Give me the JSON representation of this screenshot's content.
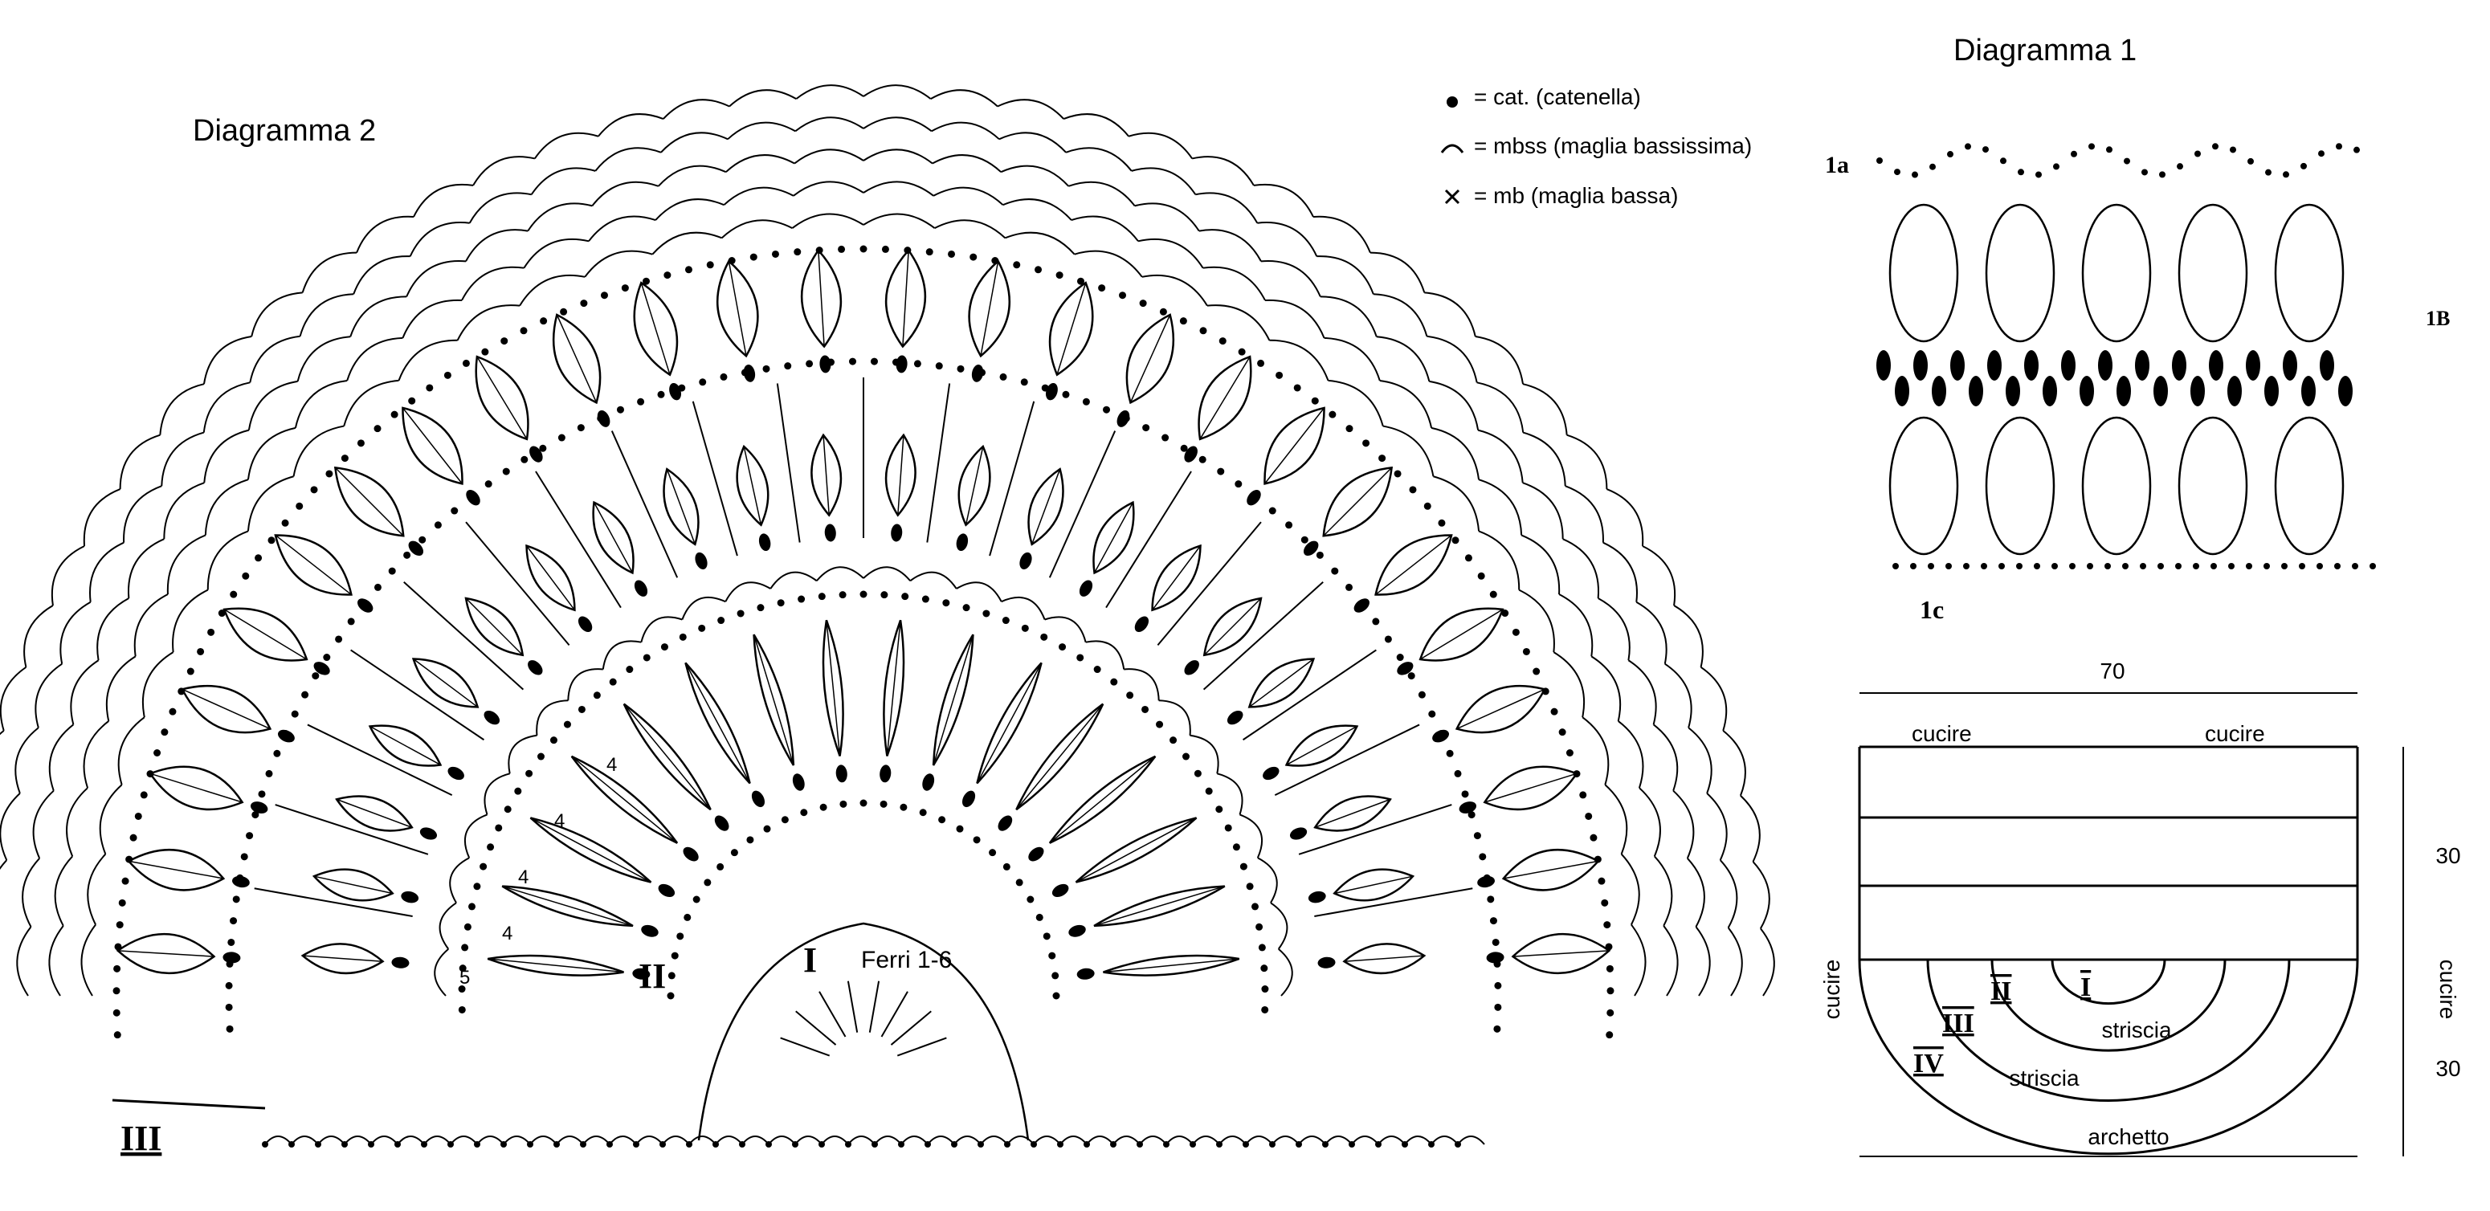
{
  "diagram2": {
    "title": "Diagramma 2",
    "section_I": "I",
    "section_I_note": "Ferri 1-6",
    "section_II": "II",
    "section_III": "III",
    "row_numbers": [
      "4",
      "4",
      "4",
      "4",
      "5"
    ]
  },
  "legend": {
    "items": [
      {
        "symbol": "dot-icon",
        "text": "= cat. (catenella)"
      },
      {
        "symbol": "arc-icon",
        "text": "= mbss (maglia bassissima)"
      },
      {
        "symbol": "cross-icon",
        "text": "= mb (maglia bassa)"
      }
    ]
  },
  "diagram1": {
    "title": "Diagramma 1",
    "label_1a": "1a",
    "label_1b": "1B",
    "label_1c": "1c"
  },
  "schema": {
    "width": "70",
    "height_top": "30",
    "height_bottom": "30",
    "sew_top_left": "cucire",
    "sew_top_right": "cucire",
    "sew_left": "cucire",
    "sew_right": "cucire",
    "ring_I": "I",
    "ring_II": "II",
    "ring_III": "III",
    "ring_IV": "IV",
    "band_1": "striscia",
    "band_2": "striscia",
    "band_3": "archetto"
  }
}
